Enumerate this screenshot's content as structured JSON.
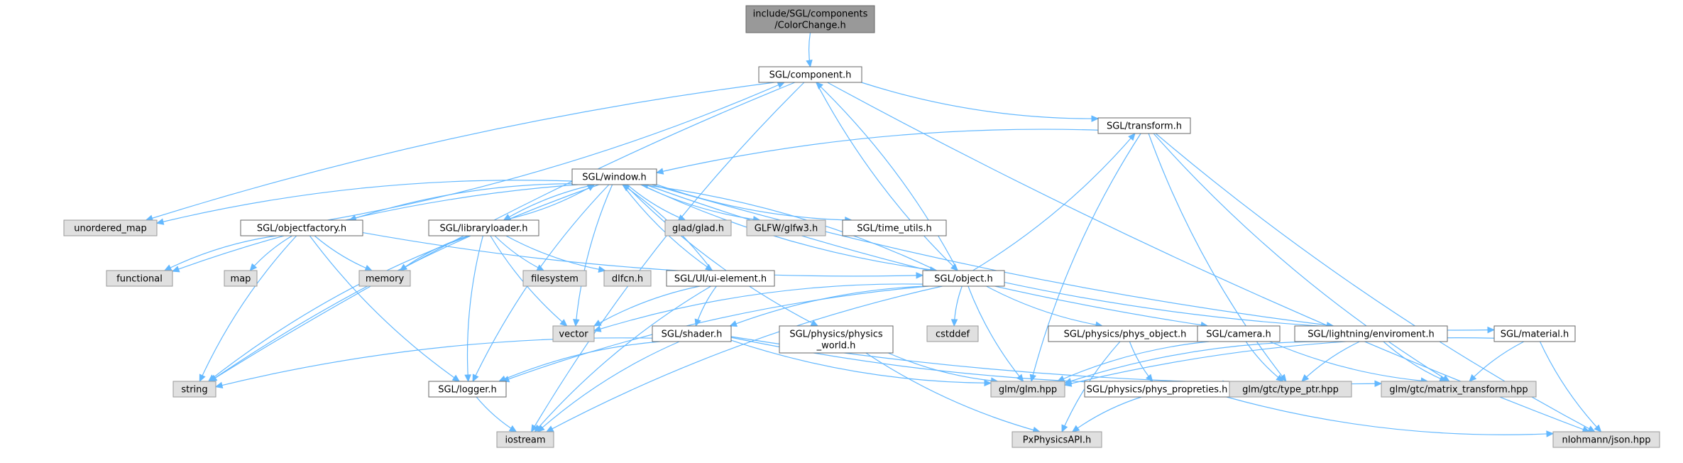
{
  "graph": {
    "kind": "include-dependency-graph",
    "edge_color": "#63b8ff",
    "root_fill": "#999999",
    "external_fill": "#e0e0e0",
    "nodes": [
      {
        "id": "root",
        "lines": [
          "include/SGL/components",
          "/ColorChange.h"
        ],
        "style": "root"
      },
      {
        "id": "component",
        "lines": [
          "SGL/component.h"
        ],
        "style": "local"
      },
      {
        "id": "transform",
        "lines": [
          "SGL/transform.h"
        ],
        "style": "local"
      },
      {
        "id": "window",
        "lines": [
          "SGL/window.h"
        ],
        "style": "local"
      },
      {
        "id": "unordered_map",
        "lines": [
          "unordered_map"
        ],
        "style": "external"
      },
      {
        "id": "objectfactory",
        "lines": [
          "SGL/objectfactory.h"
        ],
        "style": "local"
      },
      {
        "id": "libraryloader",
        "lines": [
          "SGL/libraryloader.h"
        ],
        "style": "local"
      },
      {
        "id": "glad",
        "lines": [
          "glad/glad.h"
        ],
        "style": "external"
      },
      {
        "id": "glfw",
        "lines": [
          "GLFW/glfw3.h"
        ],
        "style": "external"
      },
      {
        "id": "time_utils",
        "lines": [
          "SGL/time_utils.h"
        ],
        "style": "local"
      },
      {
        "id": "functional",
        "lines": [
          "functional"
        ],
        "style": "external"
      },
      {
        "id": "map",
        "lines": [
          "map"
        ],
        "style": "external"
      },
      {
        "id": "memory",
        "lines": [
          "memory"
        ],
        "style": "external"
      },
      {
        "id": "filesystem",
        "lines": [
          "filesystem"
        ],
        "style": "external"
      },
      {
        "id": "dlfcn",
        "lines": [
          "dlfcn.h"
        ],
        "style": "external"
      },
      {
        "id": "ui_element",
        "lines": [
          "SGL/UI/ui-element.h"
        ],
        "style": "local"
      },
      {
        "id": "object",
        "lines": [
          "SGL/object.h"
        ],
        "style": "local"
      },
      {
        "id": "vector",
        "lines": [
          "vector"
        ],
        "style": "external"
      },
      {
        "id": "shader",
        "lines": [
          "SGL/shader.h"
        ],
        "style": "local"
      },
      {
        "id": "physics_world",
        "lines": [
          "SGL/physics/physics",
          "_world.h"
        ],
        "style": "local"
      },
      {
        "id": "cstddef",
        "lines": [
          "cstddef"
        ],
        "style": "external"
      },
      {
        "id": "phys_object",
        "lines": [
          "SGL/physics/phys_object.h"
        ],
        "style": "local"
      },
      {
        "id": "camera",
        "lines": [
          "SGL/camera.h"
        ],
        "style": "local"
      },
      {
        "id": "lightning",
        "lines": [
          "SGL/lightning/enviroment.h"
        ],
        "style": "local"
      },
      {
        "id": "material",
        "lines": [
          "SGL/material.h"
        ],
        "style": "local"
      },
      {
        "id": "string",
        "lines": [
          "string"
        ],
        "style": "external"
      },
      {
        "id": "logger",
        "lines": [
          "SGL/logger.h"
        ],
        "style": "local"
      },
      {
        "id": "glm",
        "lines": [
          "glm/glm.hpp"
        ],
        "style": "external"
      },
      {
        "id": "phys_propreties",
        "lines": [
          "SGL/physics/phys_propreties.h"
        ],
        "style": "local"
      },
      {
        "id": "type_ptr",
        "lines": [
          "glm/gtc/type_ptr.hpp"
        ],
        "style": "external"
      },
      {
        "id": "matrix_transform",
        "lines": [
          "glm/gtc/matrix_transform.hpp"
        ],
        "style": "external"
      },
      {
        "id": "iostream",
        "lines": [
          "iostream"
        ],
        "style": "external"
      },
      {
        "id": "physx",
        "lines": [
          "PxPhysicsAPI.h"
        ],
        "style": "external"
      },
      {
        "id": "json",
        "lines": [
          "nlohmann/json.hpp"
        ],
        "style": "external"
      }
    ],
    "edges": [
      [
        "root",
        "component"
      ],
      [
        "component",
        "transform"
      ],
      [
        "component",
        "object"
      ],
      [
        "component",
        "unordered_map"
      ],
      [
        "component",
        "string"
      ],
      [
        "component",
        "iostream"
      ],
      [
        "component",
        "json"
      ],
      [
        "transform",
        "window"
      ],
      [
        "transform",
        "glm"
      ],
      [
        "transform",
        "type_ptr"
      ],
      [
        "transform",
        "matrix_transform"
      ],
      [
        "transform",
        "json"
      ],
      [
        "window",
        "unordered_map"
      ],
      [
        "window",
        "objectfactory"
      ],
      [
        "window",
        "libraryloader"
      ],
      [
        "window",
        "glad"
      ],
      [
        "window",
        "glfw"
      ],
      [
        "window",
        "time_utils"
      ],
      [
        "window",
        "functional"
      ],
      [
        "window",
        "ui_element"
      ],
      [
        "window",
        "object"
      ],
      [
        "window",
        "physics_world"
      ],
      [
        "window",
        "camera"
      ],
      [
        "window",
        "lightning"
      ],
      [
        "window",
        "string"
      ],
      [
        "window",
        "logger"
      ],
      [
        "window",
        "vector"
      ],
      [
        "objectfactory",
        "component"
      ],
      [
        "objectfactory",
        "functional"
      ],
      [
        "objectfactory",
        "map"
      ],
      [
        "objectfactory",
        "memory"
      ],
      [
        "objectfactory",
        "string"
      ],
      [
        "objectfactory",
        "logger"
      ],
      [
        "objectfactory",
        "object"
      ],
      [
        "libraryloader",
        "window"
      ],
      [
        "libraryloader",
        "memory"
      ],
      [
        "libraryloader",
        "filesystem"
      ],
      [
        "libraryloader",
        "dlfcn"
      ],
      [
        "libraryloader",
        "vector"
      ],
      [
        "libraryloader",
        "string"
      ],
      [
        "libraryloader",
        "logger"
      ],
      [
        "ui_element",
        "window"
      ],
      [
        "ui_element",
        "vector"
      ],
      [
        "ui_element",
        "shader"
      ],
      [
        "ui_element",
        "iostream"
      ],
      [
        "object",
        "component"
      ],
      [
        "object",
        "transform"
      ],
      [
        "object",
        "window"
      ],
      [
        "object",
        "vector"
      ],
      [
        "object",
        "cstddef"
      ],
      [
        "object",
        "phys_object"
      ],
      [
        "object",
        "material"
      ],
      [
        "object",
        "shader"
      ],
      [
        "object",
        "logger"
      ],
      [
        "object",
        "glm"
      ],
      [
        "object",
        "iostream"
      ],
      [
        "shader",
        "string"
      ],
      [
        "shader",
        "logger"
      ],
      [
        "shader",
        "iostream"
      ],
      [
        "shader",
        "glm"
      ],
      [
        "shader",
        "type_ptr"
      ],
      [
        "shader",
        "matrix_transform"
      ],
      [
        "physics_world",
        "glm"
      ],
      [
        "physics_world",
        "physx"
      ],
      [
        "phys_object",
        "phys_propreties"
      ],
      [
        "phys_object",
        "physx"
      ],
      [
        "camera",
        "glm"
      ],
      [
        "camera",
        "type_ptr"
      ],
      [
        "camera",
        "matrix_transform"
      ],
      [
        "lightning",
        "glm"
      ],
      [
        "lightning",
        "type_ptr"
      ],
      [
        "lightning",
        "matrix_transform"
      ],
      [
        "material",
        "glm"
      ],
      [
        "material",
        "matrix_transform"
      ],
      [
        "material",
        "json"
      ],
      [
        "phys_propreties",
        "physx"
      ],
      [
        "phys_propreties",
        "json"
      ],
      [
        "logger",
        "iostream"
      ]
    ]
  }
}
